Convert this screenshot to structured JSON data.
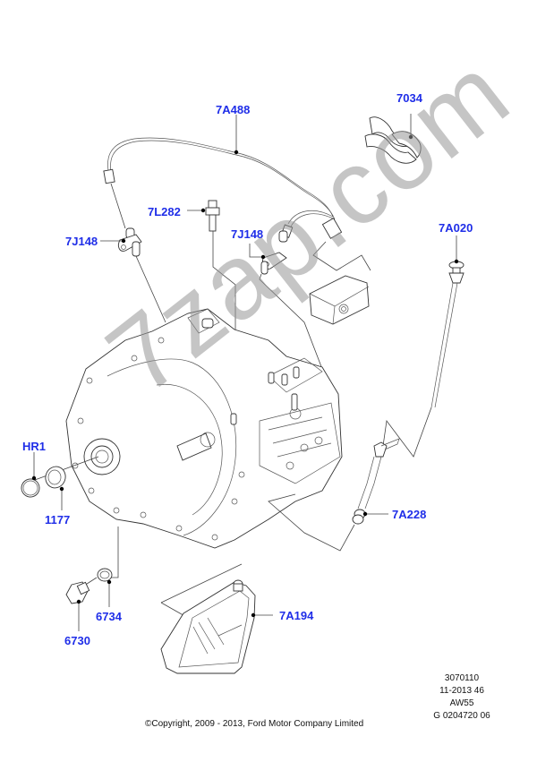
{
  "diagram": {
    "title": "Automatic transmission exploded view",
    "label_color": "#1f2ee8",
    "parts": [
      {
        "id": "7A488",
        "label": "7A488",
        "description": "wiring harness"
      },
      {
        "id": "7034",
        "label": "7034",
        "description": "clip"
      },
      {
        "id": "7L282",
        "label": "7L282",
        "description": "pin"
      },
      {
        "id": "7J148-left",
        "label": "7J148",
        "description": "speed sensor"
      },
      {
        "id": "7J148-right",
        "label": "7J148",
        "description": "speed sensor"
      },
      {
        "id": "7A020",
        "label": "7A020",
        "description": "dipstick"
      },
      {
        "id": "HR1",
        "label": "HR1",
        "description": "ring"
      },
      {
        "id": "1177",
        "label": "1177",
        "description": "seal"
      },
      {
        "id": "7A228",
        "label": "7A228",
        "description": "tube"
      },
      {
        "id": "6734",
        "label": "6734",
        "description": "washer"
      },
      {
        "id": "6730",
        "label": "6730",
        "description": "drain plug"
      },
      {
        "id": "7A194",
        "label": "7A194",
        "description": "oil pan"
      }
    ]
  },
  "watermark": "7zap.com",
  "reference": {
    "lines": [
      "3070110",
      "11-2013 46",
      "AW55",
      "G 0204720 06"
    ]
  },
  "copyright": "©Copyright, 2009 - 2013, Ford Motor Company Limited"
}
